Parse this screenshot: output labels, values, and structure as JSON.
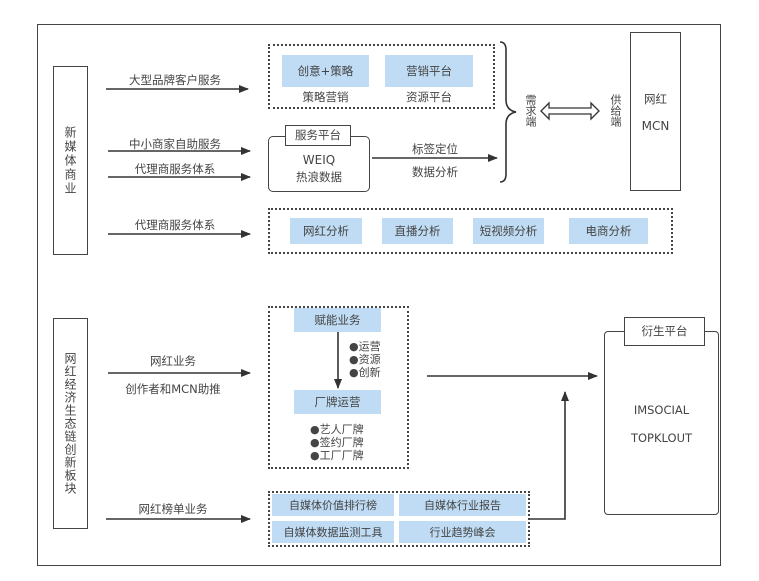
{
  "section1": {
    "title": "新媒体商业",
    "arrows": [
      {
        "label": "大型品牌客户服务"
      },
      {
        "label": "中小商家自助服务"
      },
      {
        "label": "代理商服务体系"
      },
      {
        "label": "代理商服务体系"
      }
    ],
    "marketing_group": {
      "items": [
        {
          "box": "创意+策略",
          "caption": "策略营销"
        },
        {
          "box": "营销平台",
          "caption": "资源平台"
        }
      ]
    },
    "service_platform": {
      "tab": "服务平台",
      "line1": "WEIQ",
      "line2": "热浪数据"
    },
    "data_arrow": {
      "above": "标签定位",
      "below": "数据分析"
    },
    "demand_side": "需求端",
    "supply_side": "供给端",
    "mcn_box": {
      "line1": "网红",
      "line2": "MCN"
    },
    "analysis": [
      "网红分析",
      "直播分析",
      "短视频分析",
      "电商分析"
    ]
  },
  "section2": {
    "title": "网红经济生态链创新板块",
    "arrow1": {
      "above": "网红业务",
      "below": "创作者和MCN助推"
    },
    "arrow2": {
      "label": "网红榜单业务"
    },
    "empower": {
      "top": "赋能业务",
      "mid_bullets": [
        "●运营",
        "●资源",
        "●创新"
      ],
      "bottom": "厂牌运营",
      "bottom_bullets": [
        "●艺人厂牌",
        "●签约厂牌",
        "●工厂厂牌"
      ]
    },
    "ranking": [
      "自媒体价值排行榜",
      "自媒体行业报告",
      "自媒体数据监测工具",
      "行业趋势峰会"
    ],
    "derivative": {
      "tab": "衍生平台",
      "line1": "IMSOCIAL",
      "line2": "TOPKLOUT"
    }
  },
  "colors": {
    "box_fill": "#bfdcf4",
    "line": "#444444"
  }
}
